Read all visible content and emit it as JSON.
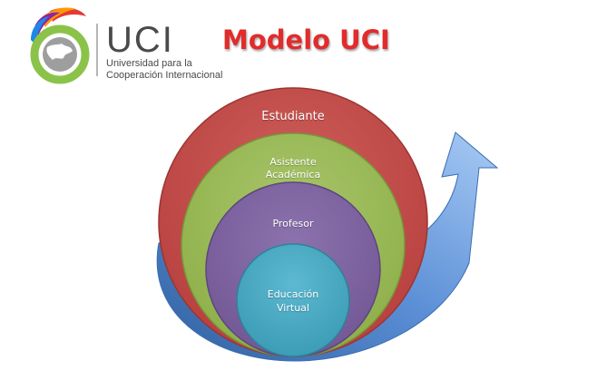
{
  "logo": {
    "wordmark": "UCI",
    "subtitle_line1": "Universidad para la",
    "subtitle_line2": "Cooperación Internacional",
    "icon": "globe-swirl-logo"
  },
  "title": "Modelo UCI",
  "rings": [
    {
      "label": "Estudiante",
      "color": "#c0504d"
    },
    {
      "label_line1": "Asistente",
      "label_line2": "Académica",
      "color": "#9bbb59"
    },
    {
      "label": "Profesor",
      "color": "#8064a2"
    },
    {
      "label_line1": "Educación",
      "label_line2": "Virtual",
      "color": "#4bacc6"
    }
  ],
  "arrow": {
    "icon": "curved-up-arrow",
    "color": "#4f81bd"
  }
}
